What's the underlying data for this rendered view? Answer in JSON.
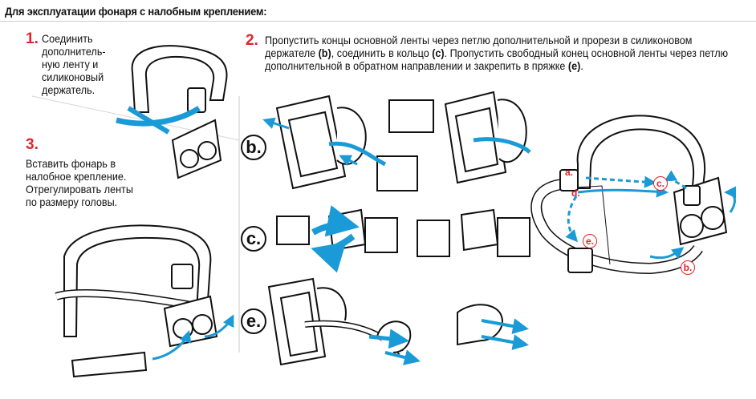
{
  "title": "Для эксплуатации фонаря с налобным креплением:",
  "steps": [
    {
      "num": "1.",
      "text": "Соединить\nдополнитель-\nную ленту и\nсиликоновый\nдержатель."
    },
    {
      "num": "2.",
      "text_parts": [
        "Пропустить концы основной ленты через петлю дополнительной и прорези в силиконовом держателе ",
        "(b)",
        ", соединить в кольцо ",
        "(c)",
        ". Пропустить свободный конец основной ленты через петлю дополнительной в обратном направлении и закрепить в пряжке ",
        "(e)",
        "."
      ]
    },
    {
      "num": "3.",
      "text": "Вставить фонарь в\nналобное крепление.\nОтрегулировать ленты\nпо размеру головы."
    }
  ],
  "row_labels": [
    "b.",
    "c.",
    "e."
  ],
  "callouts": {
    "a": "a.",
    "d": "d.",
    "c": "c.",
    "e": "e.",
    "b": "b."
  },
  "colors": {
    "accent": "#e4212b",
    "arrow": "#1a9ad6",
    "line": "#111111"
  }
}
